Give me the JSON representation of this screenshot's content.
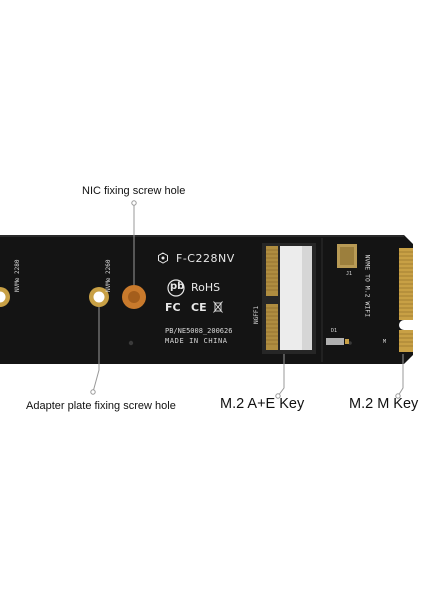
{
  "callouts": {
    "nic_screw_hole": "NIC fixing screw hole",
    "adapter_screw_hole": "Adapter plate fixing screw hole",
    "ae_key": "M.2 A+E Key",
    "m_key": "M.2 M Key"
  },
  "board": {
    "model": "F-C228NV",
    "pb_mark": "pb",
    "rohs": "RoHS",
    "fcc": "FC",
    "ce": "CE",
    "part_number": "PB/NE5008_200626",
    "made_in": "MADE IN CHINA",
    "slot_2280": "NVMe 2280",
    "slot_2260": "NVMe 2260",
    "slot_label": "NGFF1",
    "edge_text": "NVME TO M.2 WIFI",
    "j1": "J1",
    "d1": "D1",
    "m_mark": "M"
  },
  "colors": {
    "pcb": "#141414",
    "gold": "#c8a045",
    "copper": "#c97a2c",
    "callout_line": "#999999"
  }
}
